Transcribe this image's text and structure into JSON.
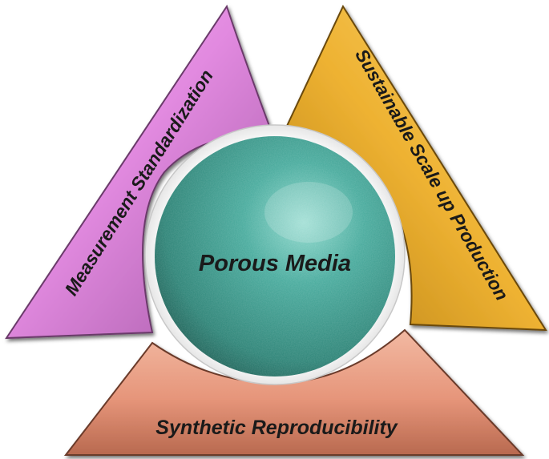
{
  "center": {
    "label": "Porous Media",
    "color": "#3ea597"
  },
  "segments": [
    {
      "id": "left",
      "label": "Measurement Standardization",
      "color": "#e38be0"
    },
    {
      "id": "right",
      "label": "Sustainable Scale up Production",
      "color": "#f1bb3a"
    },
    {
      "id": "bottom",
      "label": "Synthetic Reproducibility",
      "color": "#e89a7c"
    }
  ]
}
